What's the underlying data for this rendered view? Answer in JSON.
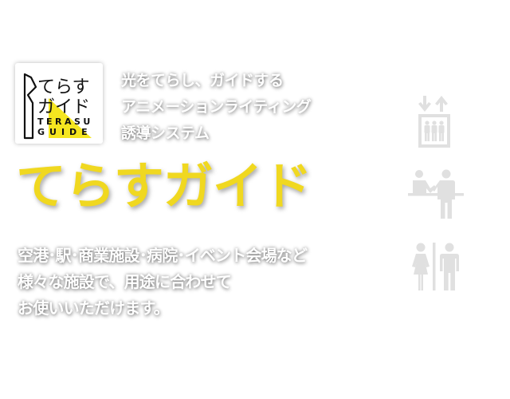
{
  "logo": {
    "jp_line1": "てらす",
    "jp_line2": "ガイド",
    "en_line1": "TERASU",
    "en_line2": "GUIDE",
    "accent_color": "#F5E620"
  },
  "tagline": {
    "lines": [
      "光をてらし、ガイドする",
      "アニメーションライティング",
      "誘導システム"
    ]
  },
  "title": {
    "text": "てらすガイド",
    "color": "#F0D820"
  },
  "description": {
    "lines": [
      "空港･駅･商業施設･病院･イベント会場など",
      "様々な施設で、用途に合わせて",
      "お使いいただけます。"
    ]
  },
  "icons": [
    {
      "name": "elevator-icon",
      "color": "#E0E0E0"
    },
    {
      "name": "information-desk-icon",
      "color": "#E0E0E0"
    },
    {
      "name": "restroom-icon",
      "color": "#E0E0E0"
    }
  ]
}
